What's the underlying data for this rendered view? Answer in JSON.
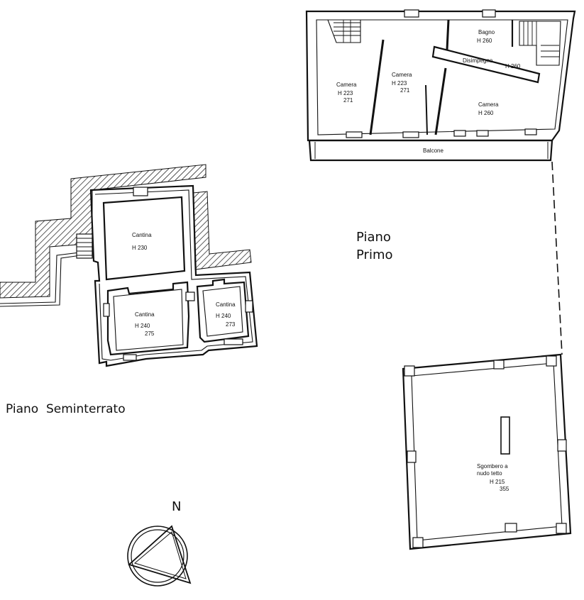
{
  "floors": {
    "basement": {
      "title": "Piano  Seminterrato"
    },
    "first": {
      "title_line1": "Piano",
      "title_line2": "Primo"
    }
  },
  "rooms": {
    "cantina_1": {
      "name": "Cantina",
      "height": "H 230"
    },
    "cantina_2": {
      "name": "Cantina",
      "height": "H 240",
      "height_max": "275"
    },
    "cantina_3": {
      "name": "Cantina",
      "height": "H 240",
      "height_max": "273"
    },
    "camera_1": {
      "name": "Camera",
      "height": "H 223",
      "height_max": "271"
    },
    "camera_2": {
      "name": "Camera",
      "height": "H 223",
      "height_max": "271"
    },
    "bagno": {
      "name": "Bagno",
      "height": "H 260"
    },
    "disimpegno": {
      "name": "Disimpegno",
      "height": "H 260"
    },
    "camera_3": {
      "name": "Camera",
      "height": "H 260"
    },
    "balcone": {
      "name": "Balcone"
    },
    "sgombero": {
      "name_line1": "Sgombero a",
      "name_line2": "nudo tetto",
      "height": "H 215",
      "height_max": "355"
    }
  },
  "compass": {
    "north_label": "N"
  }
}
